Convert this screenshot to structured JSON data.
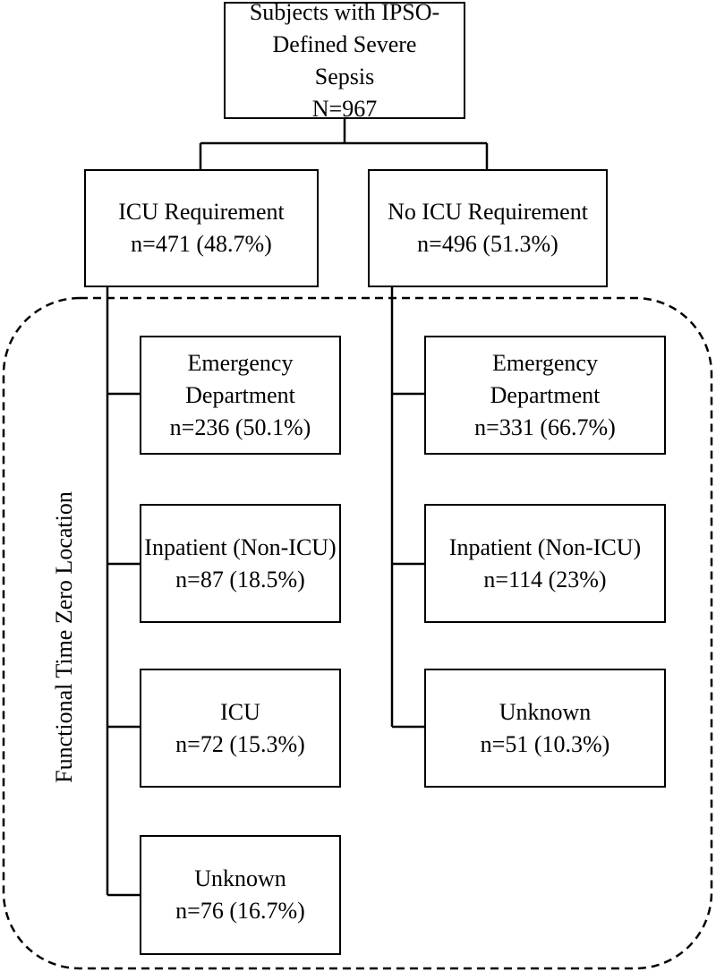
{
  "root": {
    "line1": "Subjects with IPSO-",
    "line2": "Defined Severe",
    "line3": "Sepsis",
    "count": "N=967"
  },
  "icu": {
    "title": "ICU Requirement",
    "count": "n=471 (48.7%)",
    "children": [
      {
        "lines": [
          "Emergency",
          "Department"
        ],
        "count": "n=236 (50.1%)"
      },
      {
        "lines": [
          "Inpatient (Non-ICU)"
        ],
        "count": "n=87 (18.5%)"
      },
      {
        "lines": [
          "ICU"
        ],
        "count": "n=72 (15.3%)"
      },
      {
        "lines": [
          "Unknown"
        ],
        "count": "n=76 (16.7%)"
      }
    ]
  },
  "no_icu": {
    "title": "No ICU Requirement",
    "count": "n=496 (51.3%)",
    "children": [
      {
        "lines": [
          "Emergency",
          "Department"
        ],
        "count": "n=331 (66.7%)"
      },
      {
        "lines": [
          "Inpatient (Non-ICU)"
        ],
        "count": "n=114 (23%)"
      },
      {
        "lines": [
          "Unknown"
        ],
        "count": "n=51 (10.3%)"
      }
    ]
  },
  "region_label": "Functional Time Zero Location"
}
